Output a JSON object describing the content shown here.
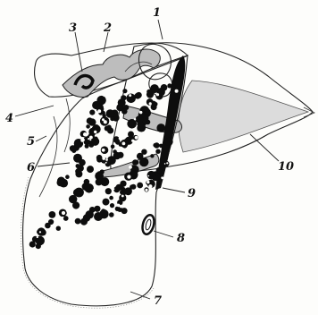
{
  "figure": {
    "labels": [
      {
        "key": "1",
        "text": "1"
      },
      {
        "key": "2",
        "text": "2"
      },
      {
        "key": "3",
        "text": "3"
      },
      {
        "key": "4",
        "text": "4"
      },
      {
        "key": "5",
        "text": "5"
      },
      {
        "key": "6",
        "text": "6"
      },
      {
        "key": "7",
        "text": "7"
      },
      {
        "key": "8",
        "text": "8"
      },
      {
        "key": "9",
        "text": "9"
      },
      {
        "key": "10",
        "text": "10"
      }
    ]
  }
}
